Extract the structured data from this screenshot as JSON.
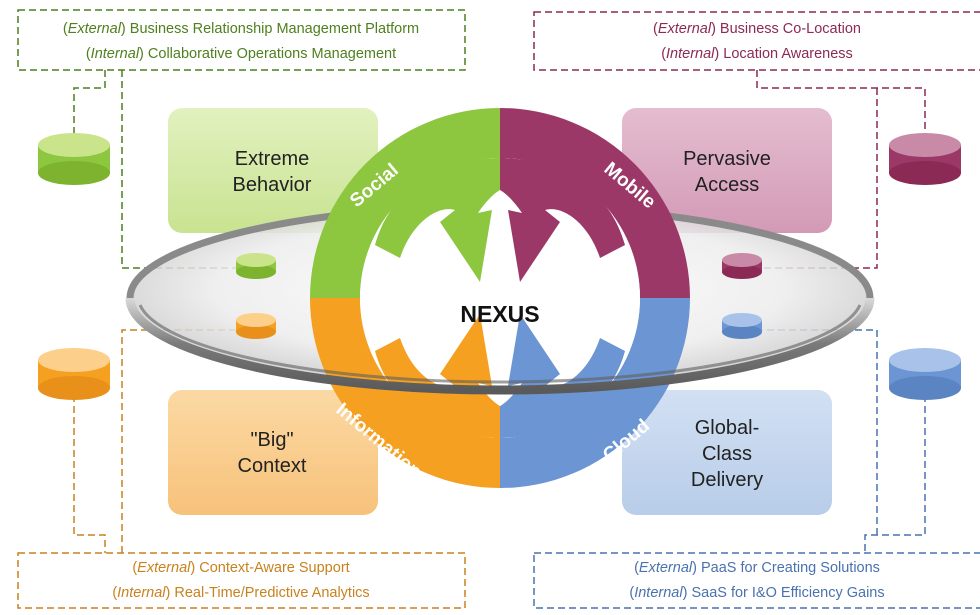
{
  "center": {
    "label": "NEXUS"
  },
  "forces": {
    "social": "Social",
    "mobile": "Mobile",
    "information": "Information",
    "cloud": "Cloud"
  },
  "quadrants": {
    "top_left": {
      "box_lines": [
        "Extreme",
        "Behavior"
      ],
      "external_tag": "External",
      "external_text": "Business Relationship Management Platform",
      "internal_tag": "Internal",
      "internal_text": "Collaborative Operations Management"
    },
    "top_right": {
      "box_lines": [
        "Pervasive",
        "Access"
      ],
      "external_tag": "External",
      "external_text": "Business Co-Location",
      "internal_tag": "Internal",
      "internal_text": "Location Awareness"
    },
    "bottom_left": {
      "box_lines": [
        "\"Big\"",
        "Context"
      ],
      "external_tag": "External",
      "external_text": "Context-Aware Support",
      "internal_tag": "Internal",
      "internal_text": "Real-Time/Predictive Analytics"
    },
    "bottom_right": {
      "box_lines": [
        "Global-",
        "Class",
        "Delivery"
      ],
      "external_tag": "External",
      "external_text": "PaaS for Creating Solutions",
      "internal_tag": "Internal",
      "internal_text": "SaaS for I&O Efficiency Gains"
    }
  },
  "colors": {
    "green": "#8dc63f",
    "green_dark": "#4f7f1e",
    "magenta": "#9c3868",
    "magenta_dark": "#8b2a55",
    "orange": "#f5a020",
    "orange_dark": "#c8821e",
    "blue": "#6b95d3",
    "blue_dark": "#4a72ad"
  }
}
